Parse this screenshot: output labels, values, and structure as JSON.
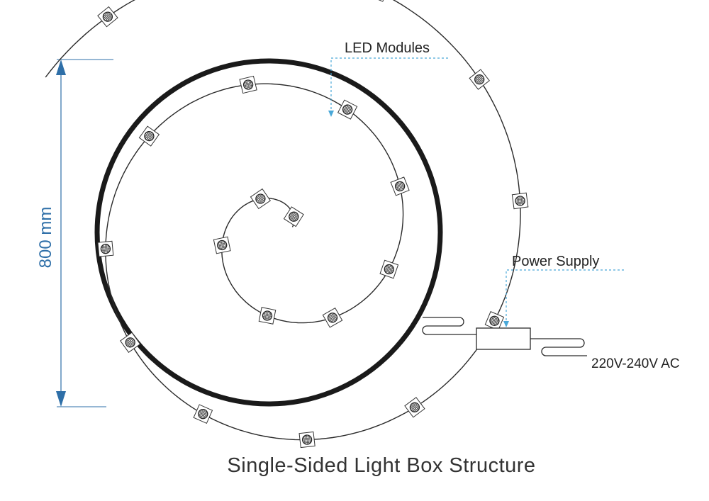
{
  "diagram": {
    "title": "Single-Sided Light Box Structure",
    "dimension_label": "800 mm",
    "callouts": {
      "led_modules": "LED Modules",
      "power_supply": "Power Supply"
    },
    "input_voltage": "220V-240V AC",
    "colors": {
      "outline": "#1a1a1a",
      "dimension": "#2e6fa8",
      "leader": "#4aa8d8",
      "text": "#222222"
    },
    "icons": [
      "led-module-icon",
      "power-supply-icon",
      "dimension-arrow-icon"
    ]
  }
}
